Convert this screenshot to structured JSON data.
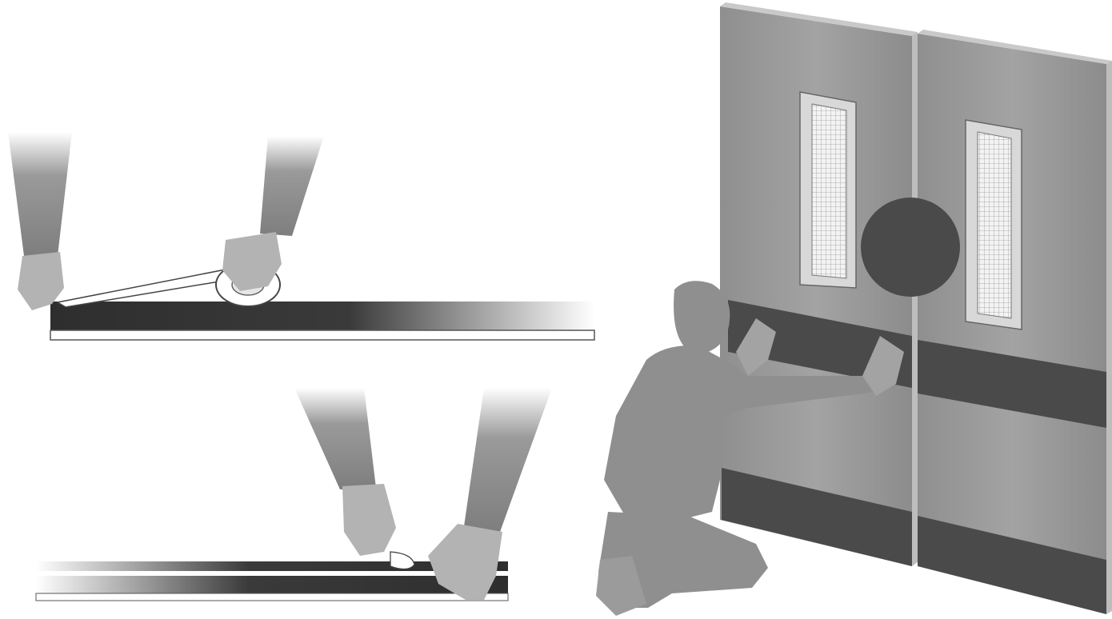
{
  "illustration": {
    "panels": [
      {
        "id": "panel-apply-tape",
        "icon": "hands-applying-tape-icon"
      },
      {
        "id": "panel-peel-backing",
        "icon": "hands-peeling-backing-icon"
      },
      {
        "id": "panel-fit-kickplate",
        "icon": "person-pressing-kickplate-icon"
      }
    ],
    "colors": {
      "background": "#ffffff",
      "door_face": "#9b9b9b",
      "door_edge": "#c9c9c9",
      "kickplate": "#4a4a4a",
      "figure": "#8f8f8f",
      "hand": "#b3b3b3",
      "glass_frame": "#d8d8d8"
    }
  }
}
